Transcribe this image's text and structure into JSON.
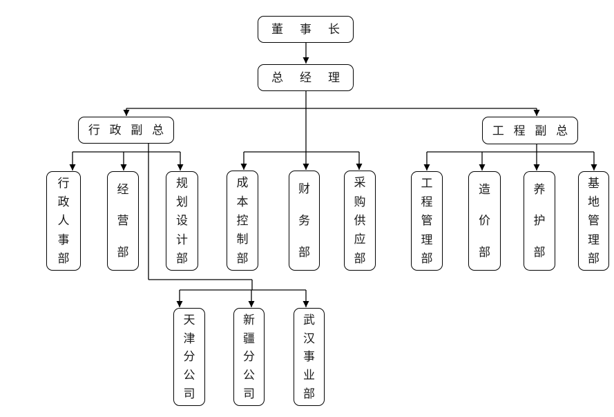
{
  "chart_title": "",
  "colors": {
    "background": "#ffffff",
    "node_fill": "#ffffff",
    "node_border": "#000000",
    "line": "#000000",
    "text": "#1a1a1a"
  },
  "nodes": {
    "chairman": {
      "label": "董事长"
    },
    "general_manager": {
      "label": "总经理"
    },
    "admin_vp": {
      "label": "行政副总"
    },
    "eng_vp": {
      "label": "工程副总"
    },
    "admin_hr": {
      "label": "行政人事部"
    },
    "operations": {
      "label": "经营部"
    },
    "planning_design": {
      "label": "规划设计部"
    },
    "cost_control": {
      "label": "成本控制部"
    },
    "finance": {
      "label": "财务部"
    },
    "procurement_supply": {
      "label": "采购供应部"
    },
    "eng_management": {
      "label": "工程管理部"
    },
    "cost_estimation": {
      "label": "造价部"
    },
    "maintenance": {
      "label": "养护部"
    },
    "base_management": {
      "label": "基地管理部"
    },
    "tianjin_branch": {
      "label": "天津分公司"
    },
    "xinjiang_branch": {
      "label": "新疆分公司"
    },
    "wuhan_division": {
      "label": "武汉事业部"
    }
  },
  "edges": [
    {
      "from": "chairman",
      "to": "general_manager"
    },
    {
      "from": "general_manager",
      "to": "admin_vp"
    },
    {
      "from": "general_manager",
      "to": "cost_control"
    },
    {
      "from": "general_manager",
      "to": "finance"
    },
    {
      "from": "general_manager",
      "to": "procurement_supply"
    },
    {
      "from": "general_manager",
      "to": "eng_vp"
    },
    {
      "from": "admin_vp",
      "to": "admin_hr"
    },
    {
      "from": "admin_vp",
      "to": "operations"
    },
    {
      "from": "admin_vp",
      "to": "planning_design"
    },
    {
      "from": "admin_vp",
      "to": "tianjin_branch"
    },
    {
      "from": "admin_vp",
      "to": "xinjiang_branch"
    },
    {
      "from": "admin_vp",
      "to": "wuhan_division"
    },
    {
      "from": "eng_vp",
      "to": "eng_management"
    },
    {
      "from": "eng_vp",
      "to": "cost_estimation"
    },
    {
      "from": "eng_vp",
      "to": "maintenance"
    },
    {
      "from": "eng_vp",
      "to": "base_management"
    }
  ]
}
